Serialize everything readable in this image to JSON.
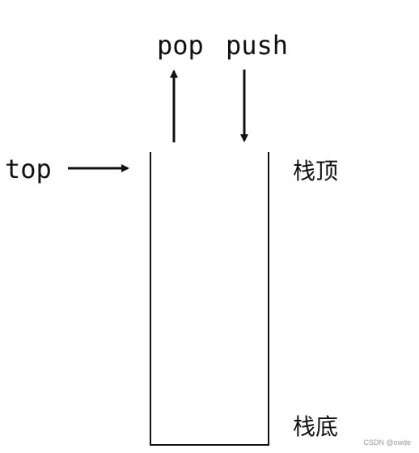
{
  "labels": {
    "pop": "pop",
    "push": "push",
    "top": "top",
    "stack_top": "栈顶",
    "stack_bottom": "栈底"
  },
  "watermark": "CSDN @owde",
  "colors": {
    "ink": "#111111",
    "background": "#ffffff",
    "watermark": "#999999"
  }
}
